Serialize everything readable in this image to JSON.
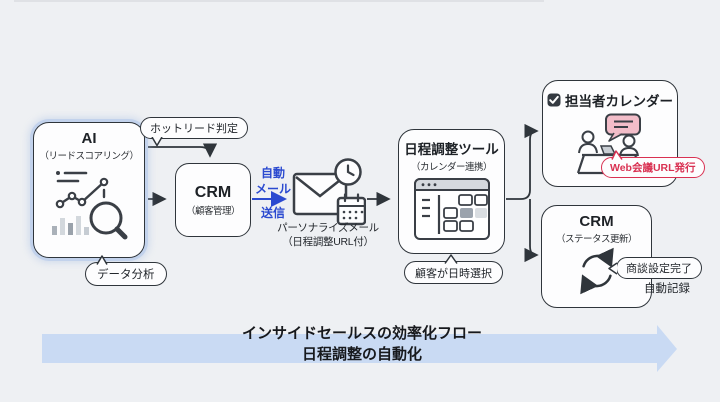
{
  "colors": {
    "background": "#eef0f3",
    "outline": "#2f353b",
    "accent_blue": "#2b4ad0",
    "accent_red": "#d93152",
    "pink": "#f2bdc9",
    "flow_arrow_fill": "#c9daf3",
    "ai_box_glow": "#c2d2ec"
  },
  "nodes": {
    "ai": {
      "title": "AI",
      "subtitle": "（リードスコアリング）"
    },
    "crm_customer": {
      "title": "CRM",
      "subtitle": "（顧客管理）"
    },
    "schedule_tool": {
      "title": "日程調整ツール",
      "subtitle": "（カレンダー連携）"
    },
    "rep_calendar": {
      "title": "担当者カレンダー"
    },
    "crm_status": {
      "title": "CRM",
      "subtitle": "（ステータス更新）"
    }
  },
  "callouts": {
    "hot_lead": "ホットリード判定",
    "data_analysis": "データ分析",
    "customer_picks_time": "顧客が日時選択",
    "web_meeting_url": "Web会議URL発行",
    "deal_set": "商談設定完了",
    "auto_record": "自動記録"
  },
  "edge_labels": {
    "auto_mail_line1": "自動",
    "auto_mail_line2": "メール",
    "auto_mail_line3": "送信",
    "personalized_mail": "パーソナライズメール",
    "personalized_mail_note": "（日程調整URL付）"
  },
  "banner": {
    "line1": "インサイドセールスの効率化フロー",
    "line2": "日程調整の自動化"
  },
  "icons": {
    "ai_box": "analytics-magnifier-icon",
    "crm_status": "sync-arrows-icon",
    "mail": "envelope-clock-calendar-icon",
    "schedule_tool": "browser-calendar-icon",
    "rep_calendar_check": "checkbox-checked-icon",
    "rep_calendar": "online-meeting-icon"
  }
}
